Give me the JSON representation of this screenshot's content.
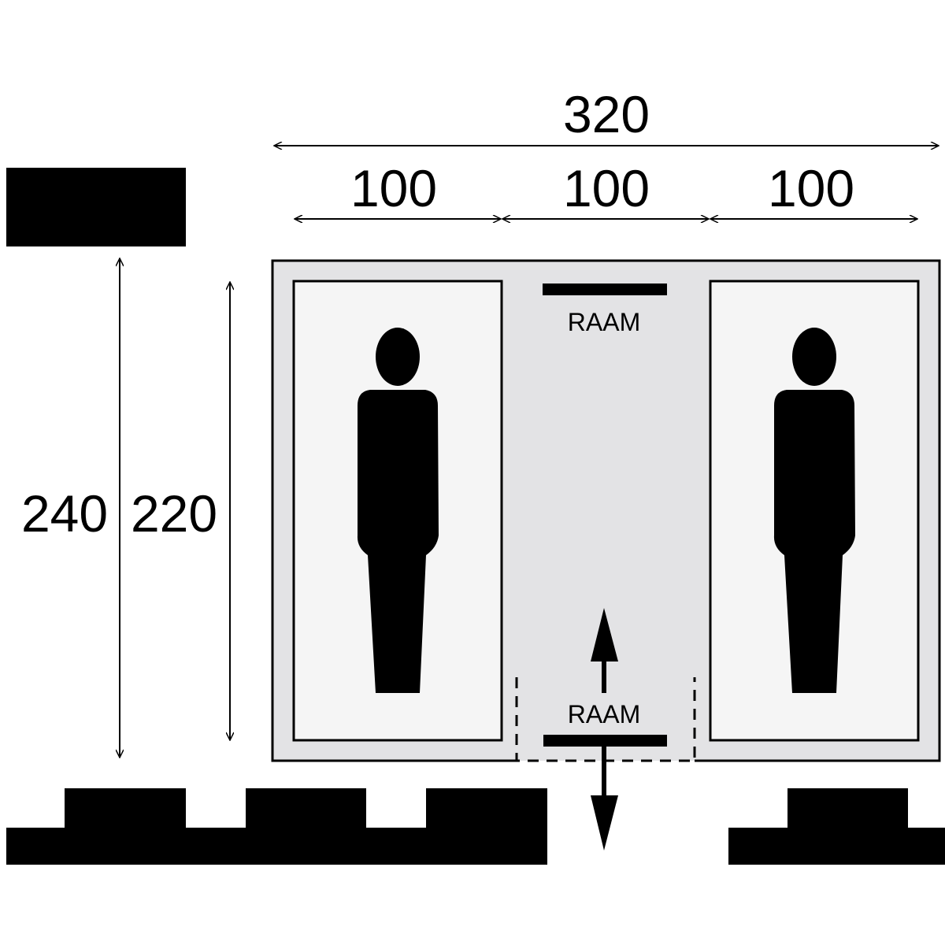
{
  "dimensions": {
    "total_width": "320",
    "section_widths": [
      "100",
      "100",
      "100"
    ],
    "outer_height": "240",
    "inner_height": "220"
  },
  "labels": {
    "door_back": "RAAM",
    "door_front": "RAAM"
  },
  "colors": {
    "outer_floor": "#e3e3e5",
    "sleeping_cabin": "#f5f5f5",
    "ink": "#000000"
  }
}
